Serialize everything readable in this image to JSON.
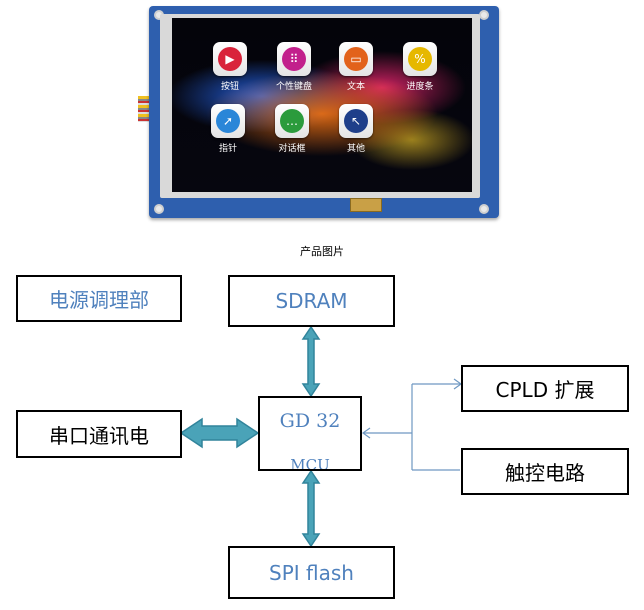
{
  "photo": {
    "apps": [
      {
        "label": "按钮",
        "icon": "play-icon",
        "color": "#d9233a",
        "glyph": "▶"
      },
      {
        "label": "个性键盘",
        "icon": "keypad-icon",
        "color": "#c2208c",
        "glyph": "⠿"
      },
      {
        "label": "文本",
        "icon": "book-icon",
        "color": "#e2621b",
        "glyph": "▭"
      },
      {
        "label": "进度条",
        "icon": "progress-icon",
        "color": "#e6b800",
        "glyph": "%"
      },
      {
        "label": "指针",
        "icon": "compass-icon",
        "color": "#2a86d8",
        "glyph": "➚"
      },
      {
        "label": "对话框",
        "icon": "chat-icon",
        "color": "#2b9b3c",
        "glyph": "…"
      },
      {
        "label": "其他",
        "icon": "cursor-icon",
        "color": "#1f3f8a",
        "glyph": "↖"
      }
    ]
  },
  "caption": "产品图片",
  "diagram": {
    "power": "电源调理部",
    "sdram": "SDRAM",
    "mcu_line1": "GD 32",
    "mcu_line2": "MCU",
    "uart": "串口通讯电",
    "cpld": "CPLD 扩展",
    "touch": "触控电路",
    "spi": "SPI flash"
  },
  "colors": {
    "arrow_fill": "#4aa3b8",
    "arrow_stroke": "#31849b",
    "thin_arrow": "#6f98c2",
    "label_blue": "#4f81bd"
  }
}
